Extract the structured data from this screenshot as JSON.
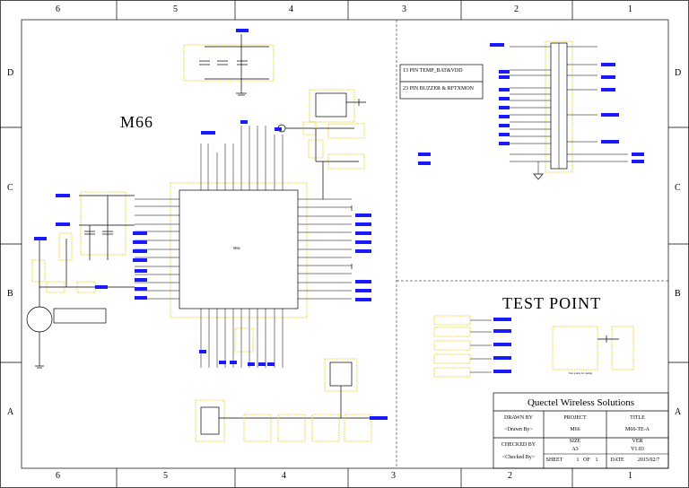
{
  "border": {
    "top_columns": [
      "6",
      "5",
      "4",
      "3",
      "2",
      "1"
    ],
    "bottom_columns": [
      "6",
      "5",
      "4",
      "3",
      "2",
      "1"
    ],
    "left_rows": [
      "D",
      "C",
      "B",
      "A"
    ],
    "right_rows": [
      "D",
      "C",
      "B",
      "A"
    ]
  },
  "titles": {
    "module": "M66",
    "test_point": "TEST POINT"
  },
  "notes": {
    "pin13": "13 PIN TEMP_BAT&VDD",
    "pin23": "23 PIN BUZZER & RFTXMON",
    "testpoint_note": "Test points for testing"
  },
  "chip": {
    "name": "M66"
  },
  "title_block": {
    "company": "Quectel Wireless Solutions",
    "drawn_by_label": "DRAWN BY",
    "drawn_by_value": "<Drawn By>",
    "project_label": "PROJECT",
    "project_value": "M66",
    "title_label": "TITLE",
    "title_value": "M66-TE-A",
    "checked_by_label": "CHECKED BY",
    "checked_by_value": "<Checked By>",
    "size_label": "SIZE",
    "size_value": "A3",
    "ver_label": "VER",
    "ver_value": "V1.03",
    "sheet_label": "SHEET",
    "sheet_value": "1",
    "of_label": "OF",
    "of_value": "1",
    "date_label": "DATE",
    "date_value": "2015/02/7"
  },
  "colors": {
    "line": "#000000",
    "net_label": "#1a1aff",
    "highlight_box": "#e6c800"
  }
}
